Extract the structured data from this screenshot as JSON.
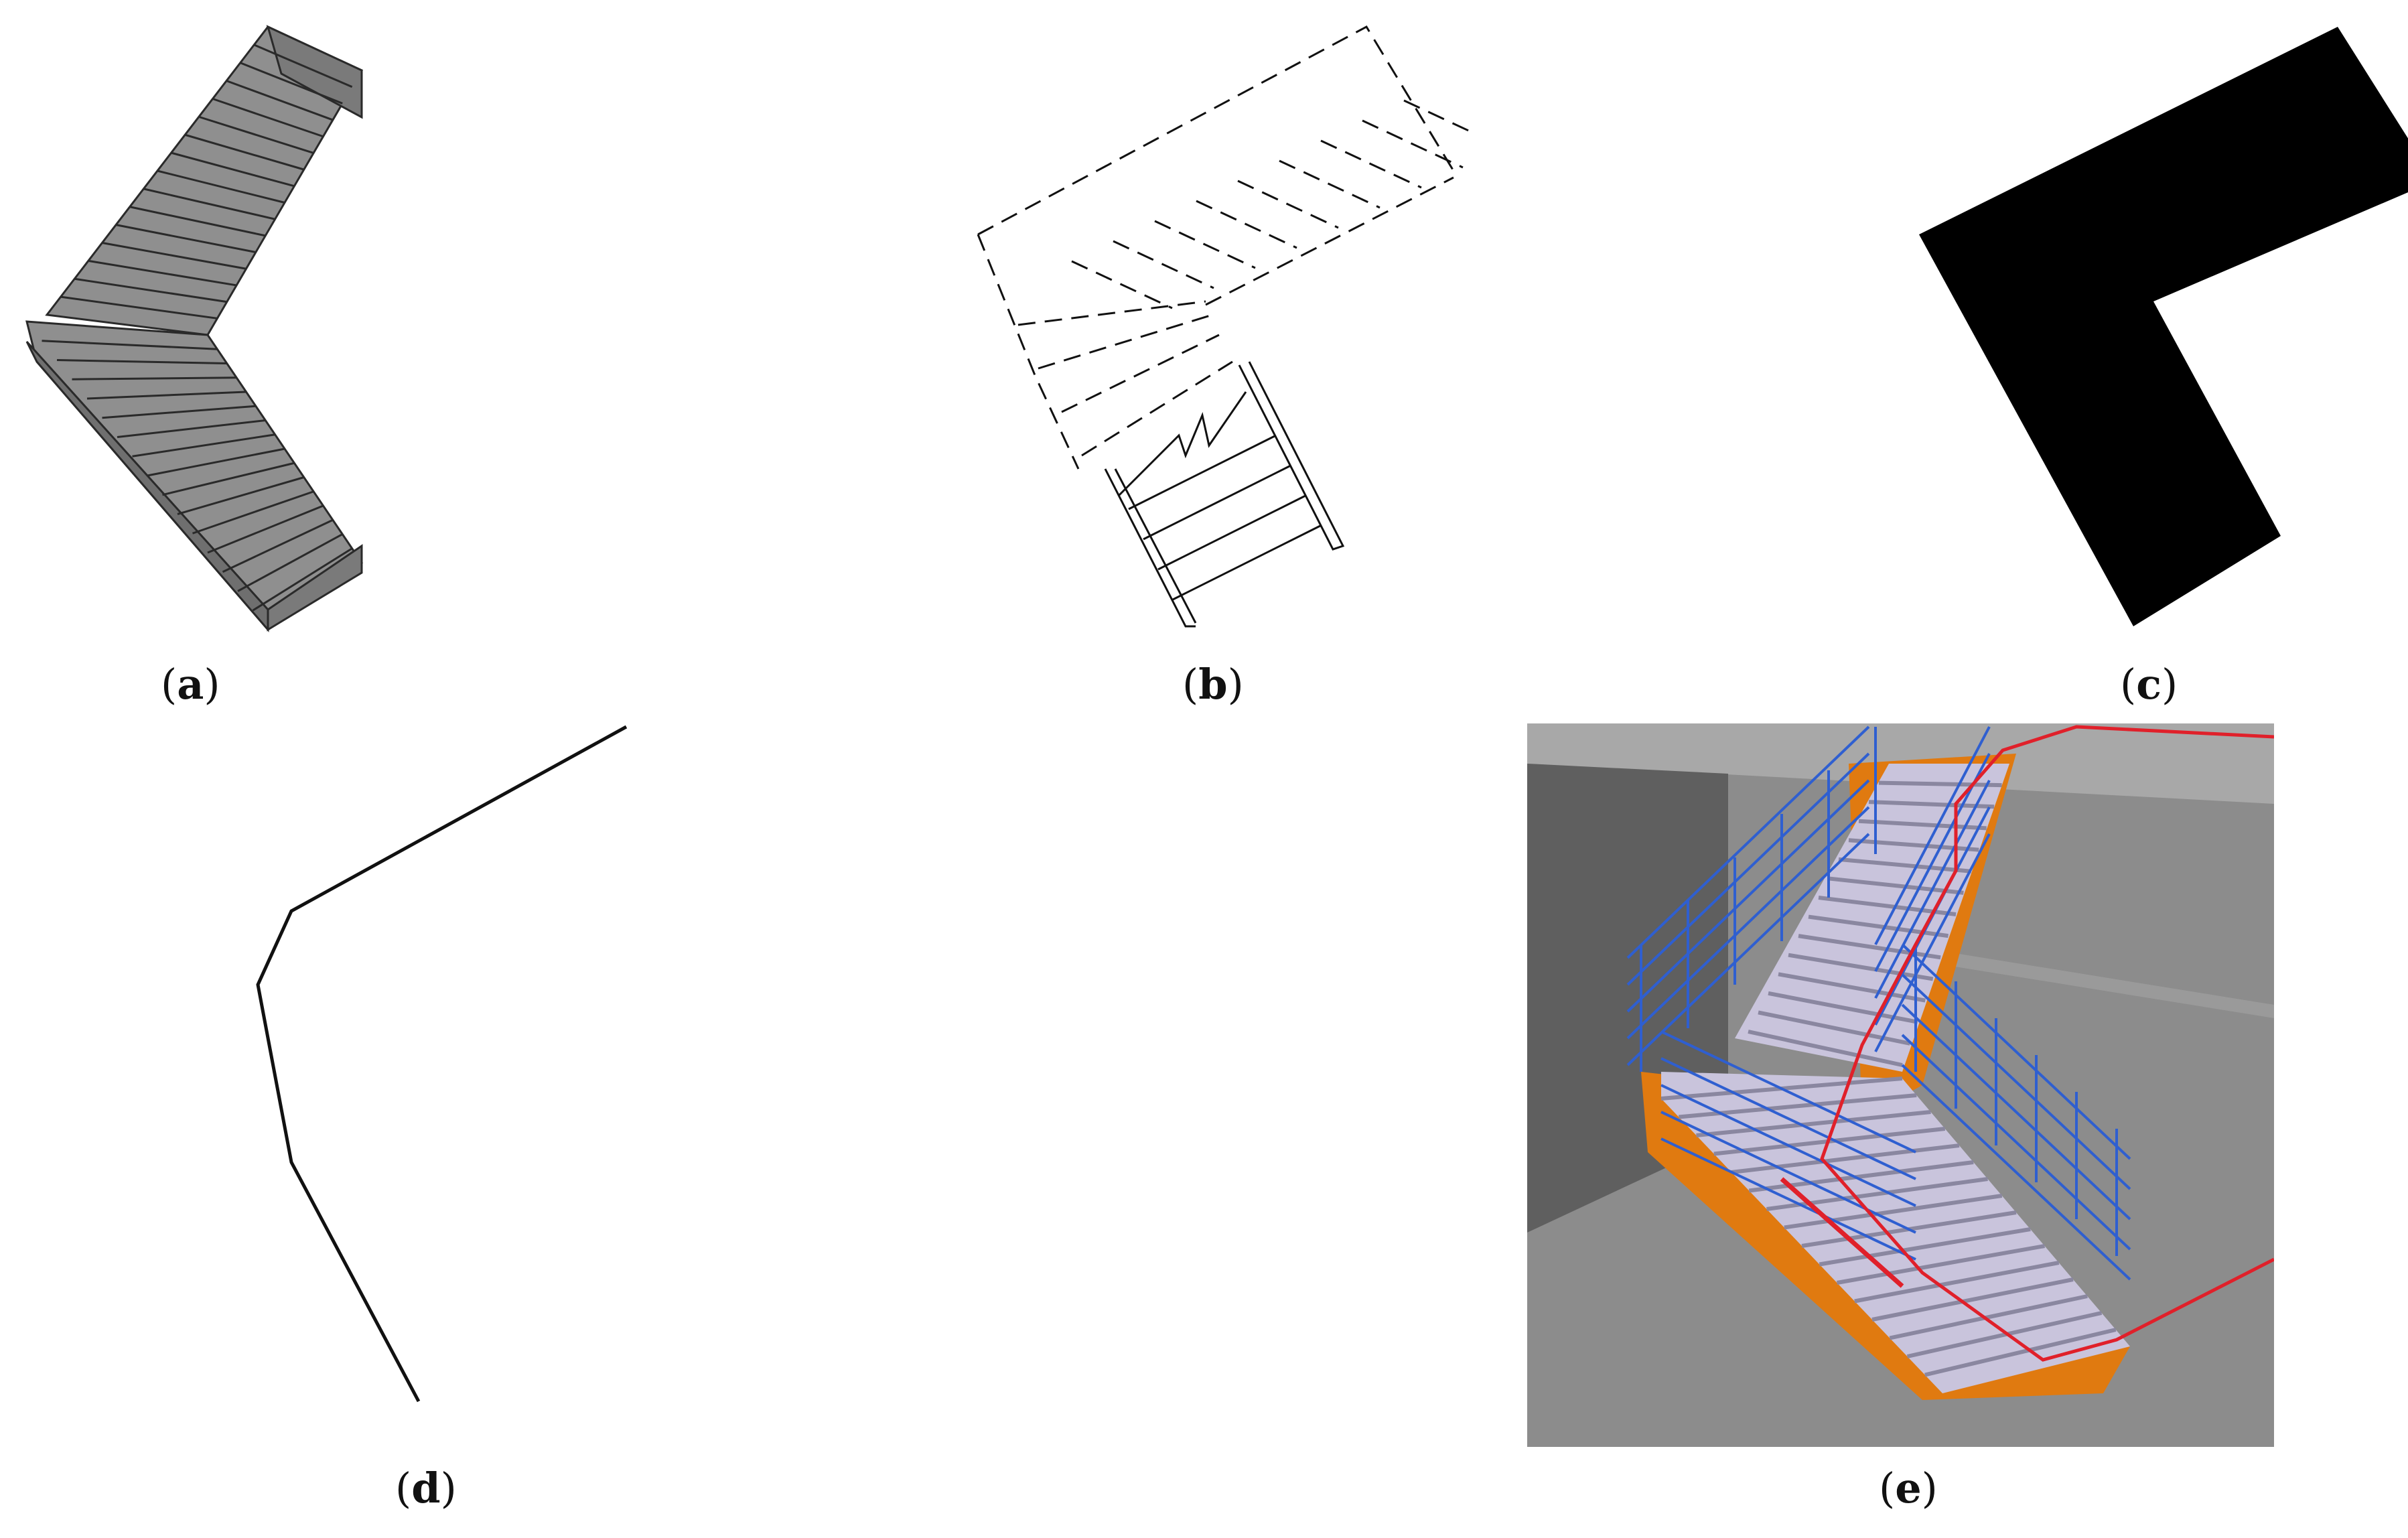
{
  "figure": {
    "captions": {
      "a": "a",
      "b": "b",
      "c": "c",
      "d": "d",
      "e": "e"
    },
    "colors": {
      "stair_gray": "#8f8f8f",
      "stair_edge": "#2a2a2a",
      "mask_black": "#000000",
      "render_background": "#8c8c8c",
      "render_wall": "#6a6a6a",
      "stringer_orange": "#e07a10",
      "railing_blue": "#2f5fd0",
      "path_red": "#e0202a",
      "tread_lavender": "#c9c4dc"
    },
    "panels": [
      {
        "id": "a",
        "name": "3d-stair-model",
        "icon": "l-shaped-stair-3d"
      },
      {
        "id": "b",
        "name": "stair-floor-plan-symbol",
        "icon": "dashed-stair-plan"
      },
      {
        "id": "c",
        "name": "stair-footprint-mask",
        "icon": "l-shape-black"
      },
      {
        "id": "d",
        "name": "stair-walking-line",
        "icon": "polyline-path"
      },
      {
        "id": "e",
        "name": "rendered-stair-scene",
        "icon": "rendered-stair-with-railings"
      }
    ]
  }
}
